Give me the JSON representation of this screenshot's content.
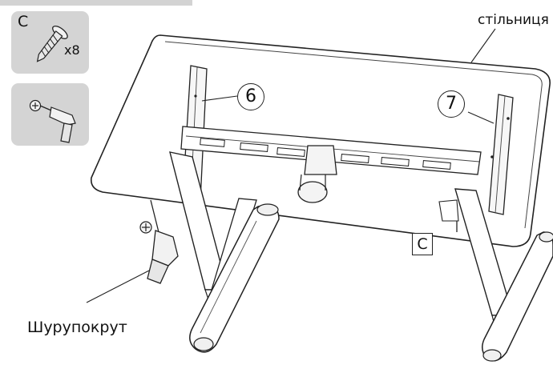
{
  "screw_tile": {
    "letter": "C",
    "count": "x8"
  },
  "labels": {
    "tabletop": "стільниця",
    "screwdriver": "Шурупокрут",
    "bracket_left": "6",
    "bracket_right": "7",
    "screw_callout": "C"
  }
}
